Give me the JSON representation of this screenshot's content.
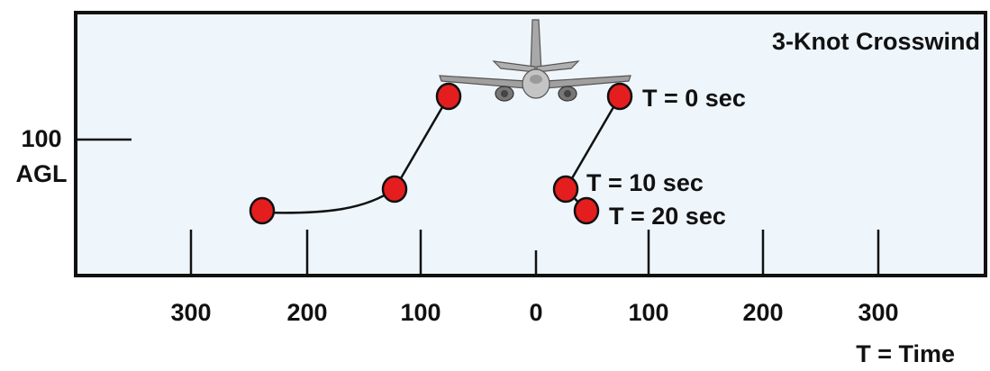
{
  "title": "3-Knot Crosswind",
  "y_axis": {
    "value": "100",
    "unit": "AGL"
  },
  "x_axis": {
    "left_ticks": [
      "300",
      "200",
      "100"
    ],
    "center_tick": "0",
    "right_ticks": [
      "100",
      "200",
      "300"
    ],
    "time_legend": "T = Time"
  },
  "time_labels": {
    "t0": "T = 0 sec",
    "t10": "T = 10 sec",
    "t20": "T = 20 sec"
  },
  "colors": {
    "background": "#eef5fb",
    "marker": "#e41e1e",
    "line": "#000000"
  },
  "icons": {
    "aircraft": "airplane-icon"
  }
}
